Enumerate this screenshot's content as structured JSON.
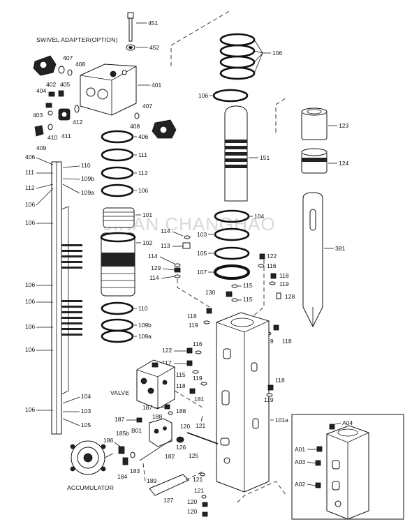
{
  "captions": {
    "swivel": "SWIVEL ADAPTER(OPTION)",
    "valve": "VALVE",
    "accumulator": "ACCUMULATOR",
    "watermark": "JINAN CHANGHAO"
  },
  "callouts": {
    "c451": "451",
    "c452": "452",
    "c106_top": "106",
    "c106_b": "106",
    "c401": "401",
    "c407a": "407",
    "c408a": "408",
    "c402": "402",
    "c405": "405",
    "c404": "404",
    "c403": "403",
    "c412": "412",
    "c411": "411",
    "c410": "410",
    "c409": "409",
    "c407b": "407",
    "c408b": "408",
    "c406": "406",
    "c111": "111",
    "c112": "112",
    "c106_c": "106",
    "c406_l": "406",
    "c111_l": "111",
    "c112_l": "112",
    "c106_l1": "106",
    "c110_l": "110",
    "c109b_l": "109b",
    "c109a_l": "109a",
    "c106_l2": "106",
    "c106_l3": "106",
    "c106_l4": "106",
    "c106_l5": "106",
    "c106_l6": "106",
    "c106_l7": "106",
    "c104": "104",
    "c103_l": "103",
    "c105_l": "105",
    "c101": "101",
    "c102": "102",
    "c110": "110",
    "c109b": "109b",
    "c109a": "109a",
    "c123": "123",
    "c124": "124",
    "c151": "151",
    "c381": "381",
    "c104b": "104",
    "c103": "103",
    "c105": "105",
    "c107": "107",
    "c114a": "114",
    "c113": "113",
    "c114b": "114",
    "c129": "129",
    "c114c": "114",
    "c122a": "122",
    "c116a": "116",
    "c118a": "118",
    "c119a": "119",
    "c115a": "115",
    "c130": "130",
    "c115b": "115",
    "c128": "128",
    "c118b": "118",
    "c119b": "119",
    "c119c": "119",
    "c118c": "118",
    "c122b": "122",
    "c116b": "116",
    "c117": "117",
    "c115c": "115",
    "c119d": "119",
    "c118d": "118",
    "c118e": "118",
    "c119e": "119",
    "c181": "181",
    "c187a": "187",
    "c188a": "188",
    "c187b": "187",
    "c188b": "188",
    "c120a": "120",
    "c121a": "121",
    "c101a": "101a",
    "cB01": "B01",
    "c185b": "185b",
    "c186": "186",
    "c183": "183",
    "c184": "184",
    "c182": "182",
    "c126": "126",
    "c125": "125",
    "c189": "189",
    "c127": "127",
    "c121b": "121",
    "c121c": "121",
    "c120b": "120",
    "c120c": "120",
    "cA04": "A04",
    "cA01": "A01",
    "cA03": "A03",
    "cA02": "A02"
  }
}
